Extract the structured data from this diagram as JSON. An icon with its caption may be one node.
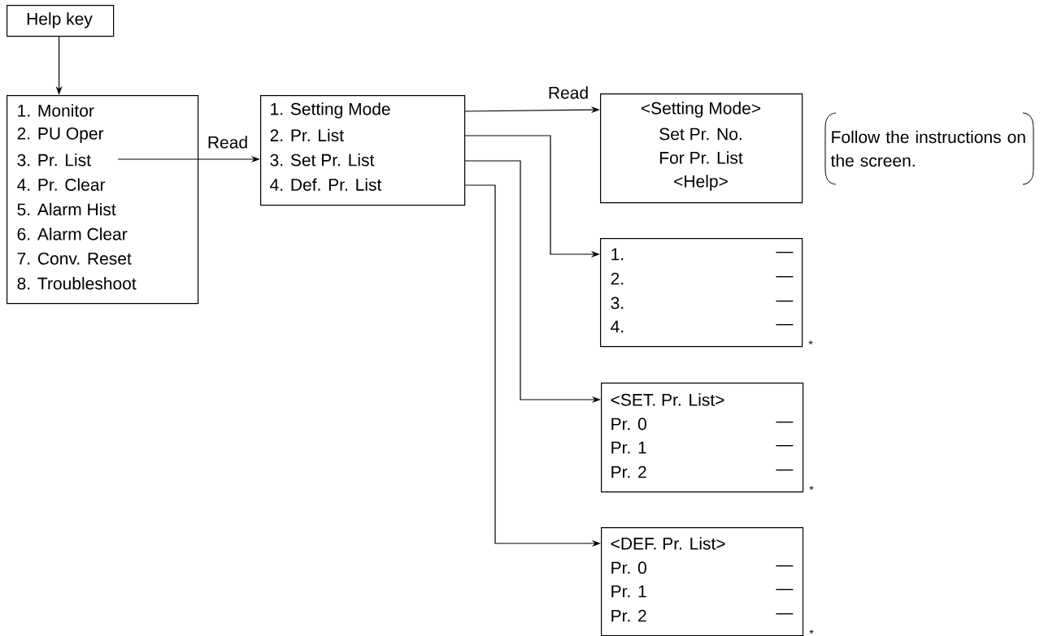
{
  "diagram": {
    "nodes": [
      {
        "text": [
          "Help key"
        ]
      },
      {
        "text": [
          "1.  Monitor",
          "2.  PU Oper",
          "3.  Pr. List",
          "4.  Pr. Clear",
          "5.  Alarm Hist",
          "6.  Alarm Clear",
          "7.  Conv. Reset",
          "8.  Troubleshoot"
        ]
      },
      {
        "text": [
          "1.  Setting Mode",
          "2.  Pr. List",
          "3.  Set Pr. List",
          "4.  Def. Pr. List"
        ]
      },
      {
        "text": [
          "<Setting Mode>",
          "Set Pr. No.",
          "For Pr. List",
          "<Help>"
        ]
      },
      {
        "text": [
          "1.",
          "—",
          "2.",
          "—",
          "3.",
          "—",
          "4.",
          "—"
        ],
        "beside": [
          "*"
        ]
      },
      {
        "text": [
          "<SET. Pr. List>",
          "Pr. 0",
          "—",
          "Pr. 1",
          "—",
          "Pr. 2",
          "—"
        ],
        "beside": [
          "*"
        ]
      },
      {
        "text": [
          "<DEF. Pr. List>",
          "Pr. 0",
          "—",
          "Pr. 1",
          "—",
          "Pr. 2",
          "—"
        ],
        "beside": [
          "*"
        ]
      }
    ],
    "edges": [
      {
        "from": 0,
        "to": 1,
        "arrow": "to"
      },
      {
        "from": 1,
        "to": 2,
        "arrow": "to",
        "label": "Read"
      },
      {
        "from": 2,
        "to": 3,
        "arrow": "to",
        "label": "Read"
      },
      {
        "from": 2,
        "to": 4,
        "arrow": "to"
      },
      {
        "from": 2,
        "to": 5,
        "arrow": "to"
      },
      {
        "from": 2,
        "to": 6,
        "arrow": "to"
      }
    ],
    "labels": [
      "Follow the instructions on the screen."
    ]
  }
}
